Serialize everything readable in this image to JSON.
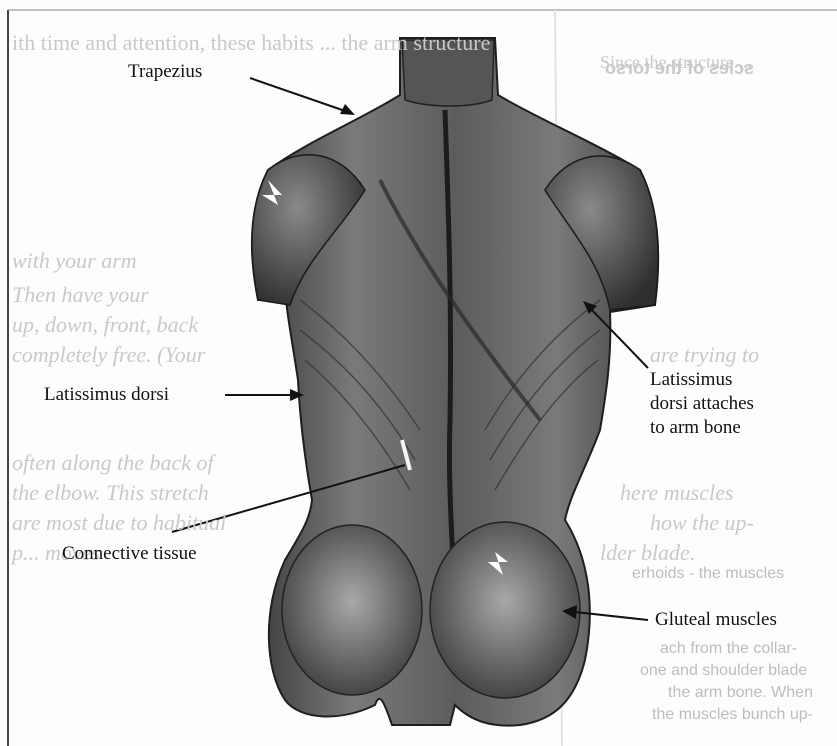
{
  "labels": {
    "trapezius": "Trapezius",
    "latissimus_dorsi": "Latissimus dorsi",
    "latissimus_attach_line1": "Latissimus",
    "latissimus_attach_line2": "dorsi attaches",
    "latissimus_attach_line3": "to arm bone",
    "connective_tissue": "Connective tissue",
    "gluteal_muscles": "Gluteal muscles"
  },
  "show_through_text": {
    "top_line_1": "ith time and attention, these habits ... the arm structure",
    "top_line_2": "Since the structure ...",
    "heading_mirrored": "scles of the torso",
    "italic_1": "with your arm",
    "italic_2": "Then have your",
    "italic_3": "up, down, front, back",
    "italic_4": "completely free. (Your",
    "italic_5": "are trying to",
    "italic_6": "often along the back of",
    "italic_7": "the elbow. This stretch",
    "italic_8": "here muscles",
    "italic_9": "are most due to habitual",
    "italic_10": "how the up-",
    "italic_11": "p... moves",
    "italic_12": "lder blade.",
    "side_1": "erhoids - the muscles",
    "side_2": "ach from the collar-",
    "side_3": "one and shoulder blade",
    "side_4": "the arm bone. When",
    "side_5": "the muscles bunch up-"
  },
  "colors": {
    "paper": "#fdfdfd",
    "ink": "#111111",
    "muscle_dark": "#2e2e2e",
    "muscle_mid": "#6b6b6b",
    "muscle_light": "#a9a9a9",
    "bleed_through": "#c9c9c9"
  }
}
